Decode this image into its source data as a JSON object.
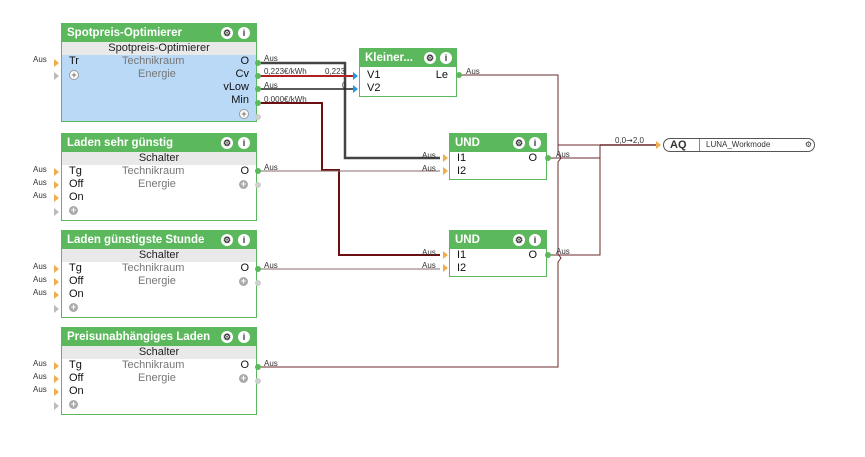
{
  "spot": {
    "title": "Spotpreis-Optimierer",
    "subtitle": "Spotpreis-Optimierer",
    "room": "Technikraum",
    "category": "Energie",
    "input": "Tr",
    "outputs": [
      "O",
      "Cv",
      "vLow",
      "Min"
    ],
    "input_value": "Aus",
    "output_values": [
      "Aus",
      "0,223€/kWh",
      "Aus",
      "0,000€/kWh"
    ]
  },
  "kleiner": {
    "title": "Kleiner...",
    "inputs": [
      "V1",
      "V2"
    ],
    "output": "Le",
    "input_values": [
      "0,223",
      "0"
    ],
    "output_value": "Aus"
  },
  "schalter_blocks": [
    {
      "title": "Laden sehr günstig",
      "type": "Schalter",
      "room": "Technikraum",
      "category": "Energie",
      "inputs": [
        "Tg",
        "Off",
        "On"
      ],
      "output": "O",
      "input_values": [
        "Aus",
        "Aus",
        "Aus"
      ],
      "output_value": "Aus"
    },
    {
      "title": "Laden günstigste Stunde",
      "type": "Schalter",
      "room": "Technikraum",
      "category": "Energie",
      "inputs": [
        "Tg",
        "Off",
        "On"
      ],
      "output": "O",
      "input_values": [
        "Aus",
        "Aus",
        "Aus"
      ],
      "output_value": "Aus"
    },
    {
      "title": "Preisunabhängiges Laden",
      "type": "Schalter",
      "room": "Technikraum",
      "category": "Energie",
      "inputs": [
        "Tg",
        "Off",
        "On"
      ],
      "output": "O",
      "input_values": [
        "Aus",
        "Aus",
        "Aus"
      ],
      "output_value": "Aus"
    }
  ],
  "und_blocks": [
    {
      "title": "UND",
      "inputs": [
        "I1",
        "I2"
      ],
      "output": "O",
      "input_values": [
        "Aus",
        "Aus"
      ],
      "output_value": "Aus"
    },
    {
      "title": "UND",
      "inputs": [
        "I1",
        "I2"
      ],
      "output": "O",
      "input_values": [
        "Aus",
        "Aus"
      ],
      "output_value": "Aus"
    }
  ],
  "aq": {
    "tag": "AQ",
    "name": "LUNA_Workmode",
    "input_value": "0,0➞2,0"
  },
  "icons": {
    "settings": "gear-icon",
    "info": "info-icon",
    "add": "plus-icon"
  },
  "colors": {
    "block": "#5cb85c",
    "active_body": "#b9d9f7",
    "input_pin": "#f0ad4e",
    "value_pin": "#1e9be0",
    "wire_logic": "#5a1a1a",
    "wire_value": "#b02020"
  }
}
